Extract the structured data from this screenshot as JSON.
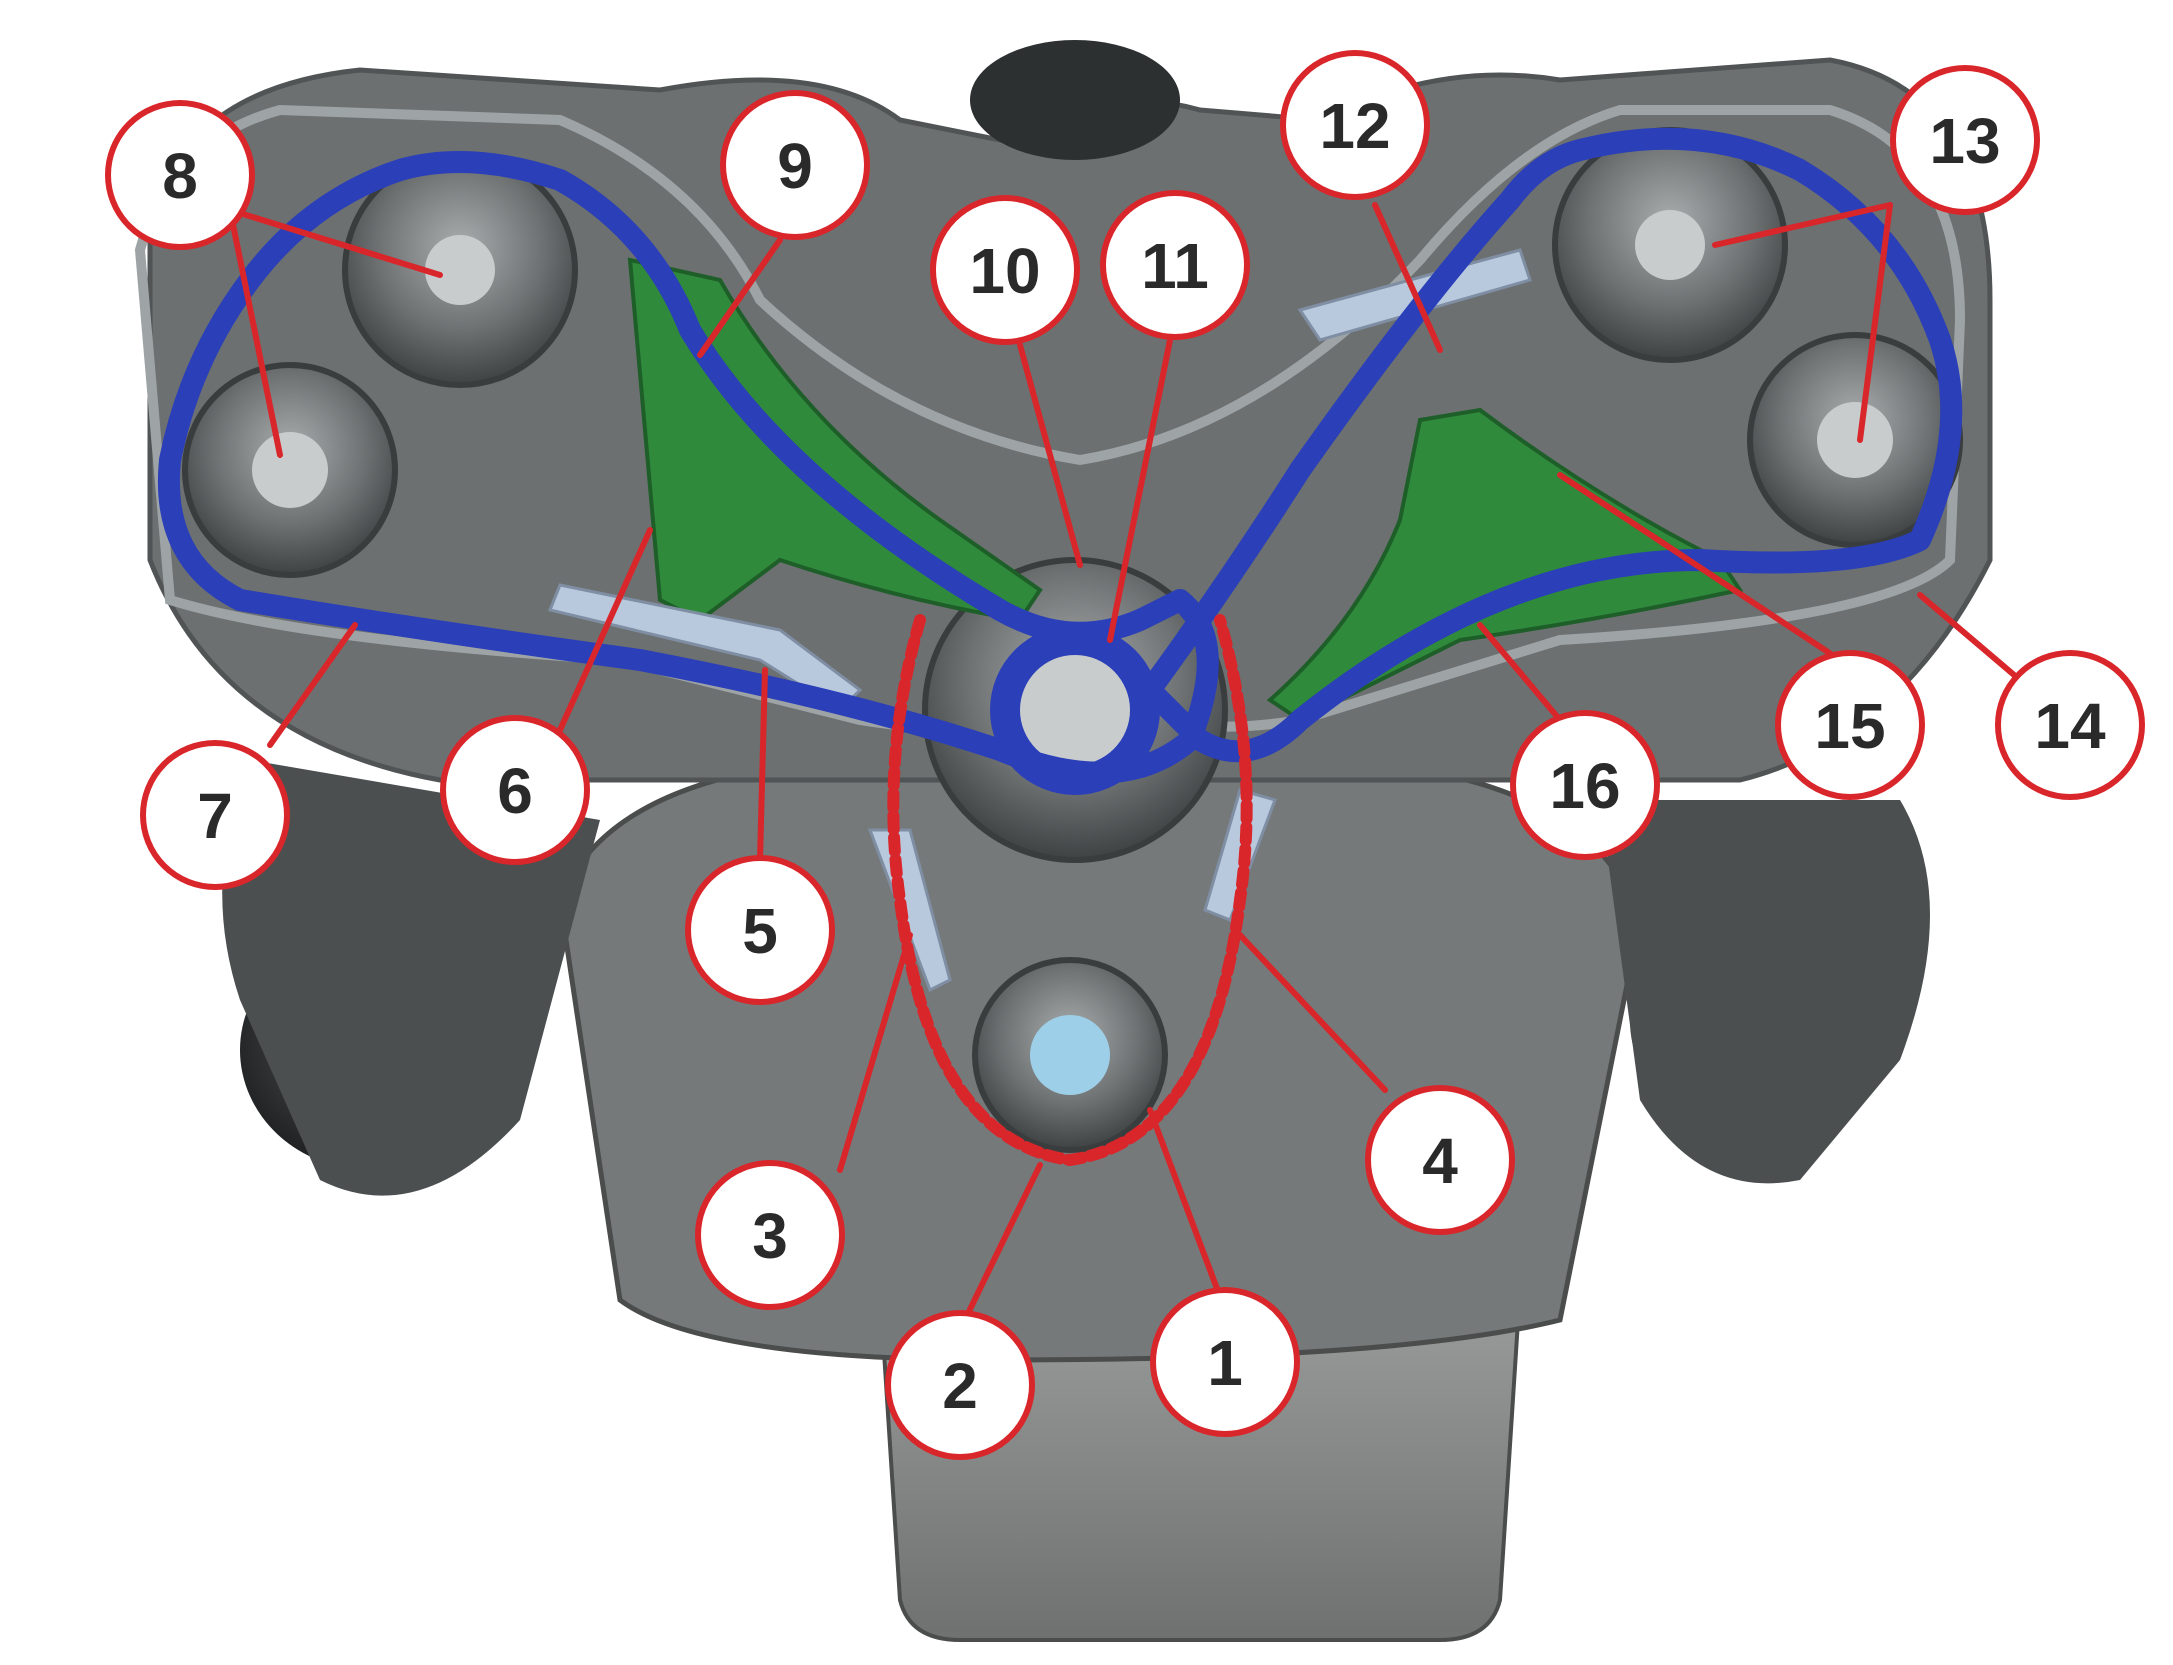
{
  "diagram": {
    "subject": "Engine front timing drive with numbered callouts",
    "callouts": [
      "1",
      "2",
      "3",
      "4",
      "5",
      "6",
      "7",
      "8",
      "9",
      "10",
      "11",
      "12",
      "13",
      "14",
      "15",
      "16"
    ],
    "colors": {
      "callout_ring": "#d9262b",
      "callout_fill": "#ffffff",
      "callout_text": "#2a2a2a",
      "secondary_chains": "#2a3fb8",
      "primary_chain": "#d9262b",
      "chain_guides": "#2f8a3c",
      "tensioner_rails": "#b9c9dd",
      "engine_block": "#7b7f80",
      "engine_dark": "#3e4142",
      "oil_pan": "#8c8f8d"
    }
  }
}
